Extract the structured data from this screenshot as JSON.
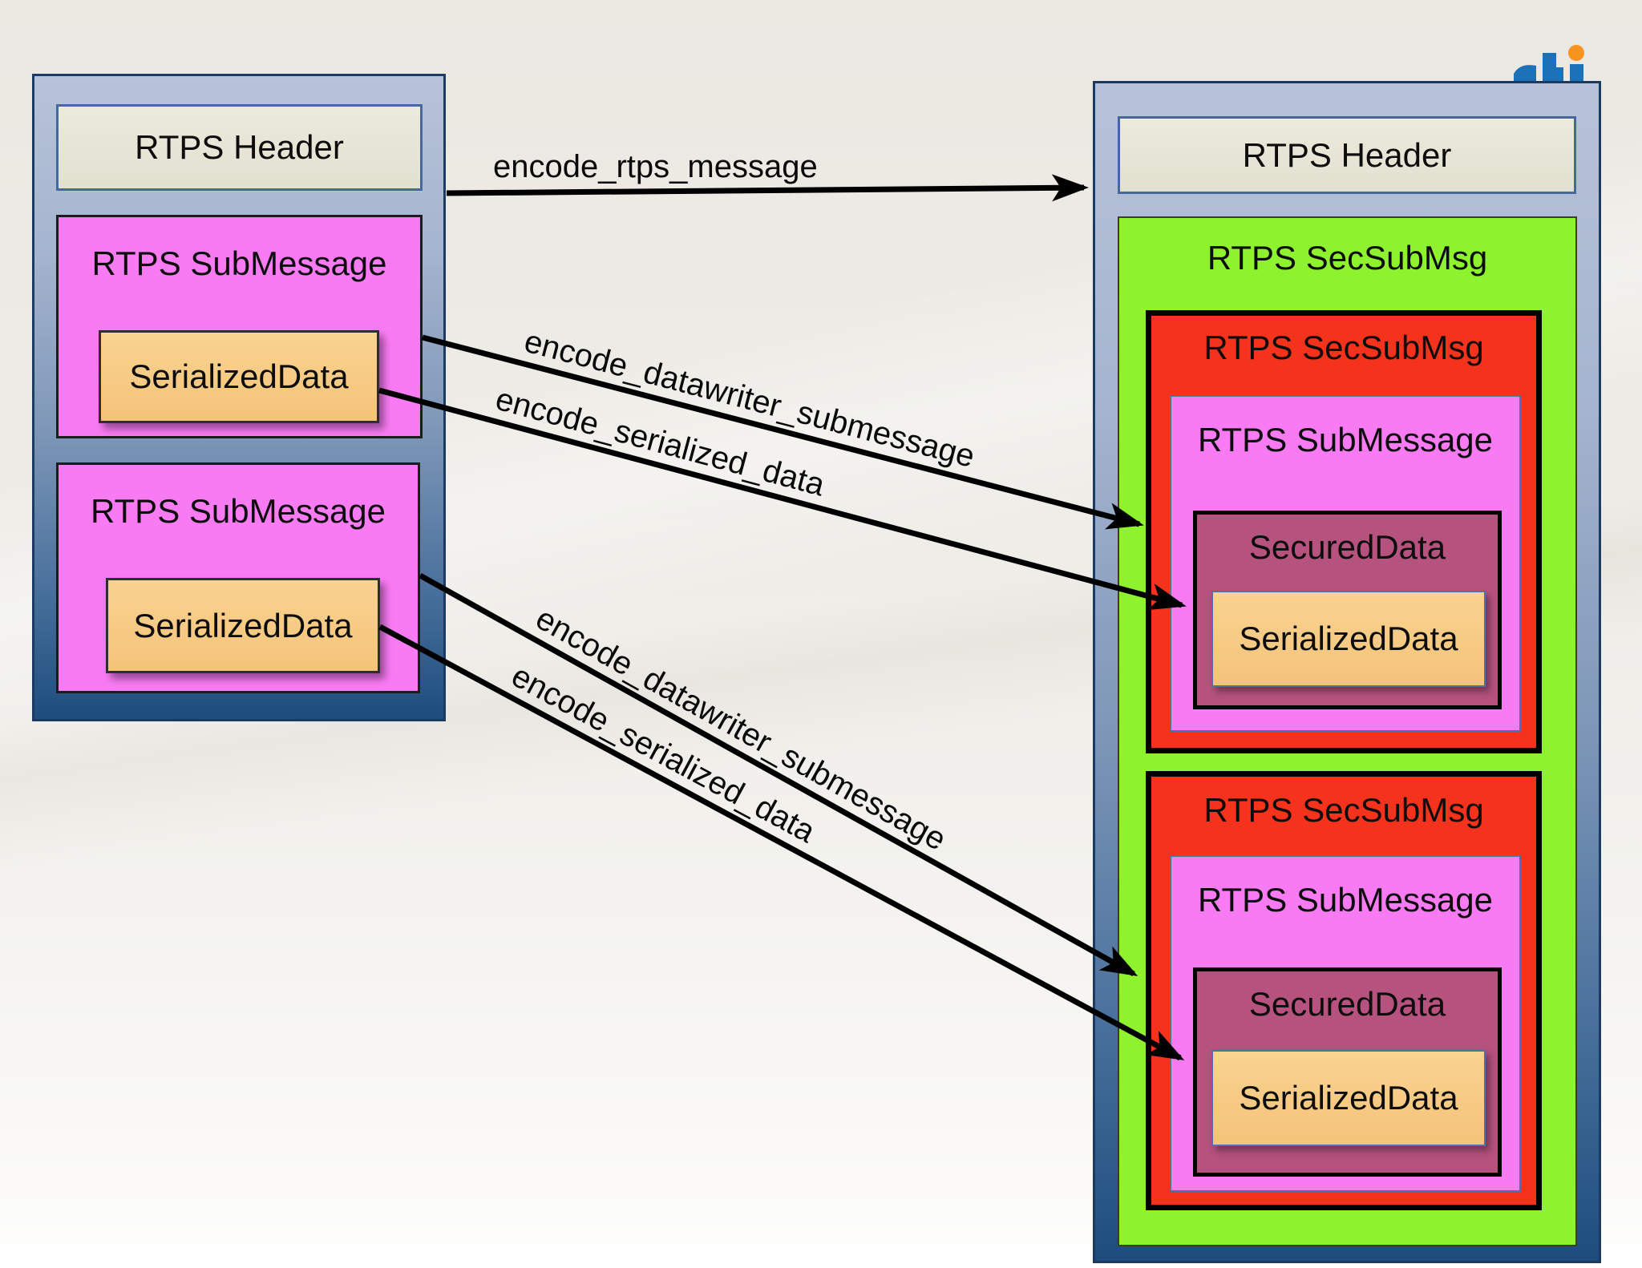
{
  "slide": {
    "logo": {
      "name": "rti-logo",
      "blue": "#1d71b8",
      "orange": "#f7941d"
    },
    "colors": {
      "outer_box_top": "#b7c3d9",
      "outer_box_bottom": "#1d4d7d",
      "header_beige": "#e7e5d5",
      "submessage_magenta": "#f97bf4",
      "serialized_orange": "#f7c983",
      "sec_envelope_green": "#8ef22e",
      "sec_submsg_red": "#f5331c",
      "secured_maroon": "#b5527d",
      "arrow_black": "#000000"
    }
  },
  "left_message": {
    "header": {
      "label": "RTPS Header"
    },
    "submessages": [
      {
        "label": "RTPS SubMessage",
        "payload": {
          "label": "SerializedData"
        }
      },
      {
        "label": "RTPS SubMessage",
        "payload": {
          "label": "SerializedData"
        }
      }
    ]
  },
  "right_message": {
    "header": {
      "label": "RTPS Header"
    },
    "sec_envelope": {
      "label": "RTPS SecSubMsg",
      "sec_submessages": [
        {
          "label": "RTPS SecSubMsg",
          "submessage": {
            "label": "RTPS SubMessage",
            "secured": {
              "label": "SecuredData",
              "payload": {
                "label": "SerializedData"
              }
            }
          }
        },
        {
          "label": "RTPS SecSubMsg",
          "submessage": {
            "label": "RTPS SubMessage",
            "secured": {
              "label": "SecuredData",
              "payload": {
                "label": "SerializedData"
              }
            }
          }
        }
      ]
    }
  },
  "arrows": [
    {
      "label": "encode_rtps_message"
    },
    {
      "label": "encode_datawriter_submessage"
    },
    {
      "label": "encode_serialized_data"
    },
    {
      "label": "encode_datawriter_submessage"
    },
    {
      "label": "encode_serialized_data"
    }
  ]
}
